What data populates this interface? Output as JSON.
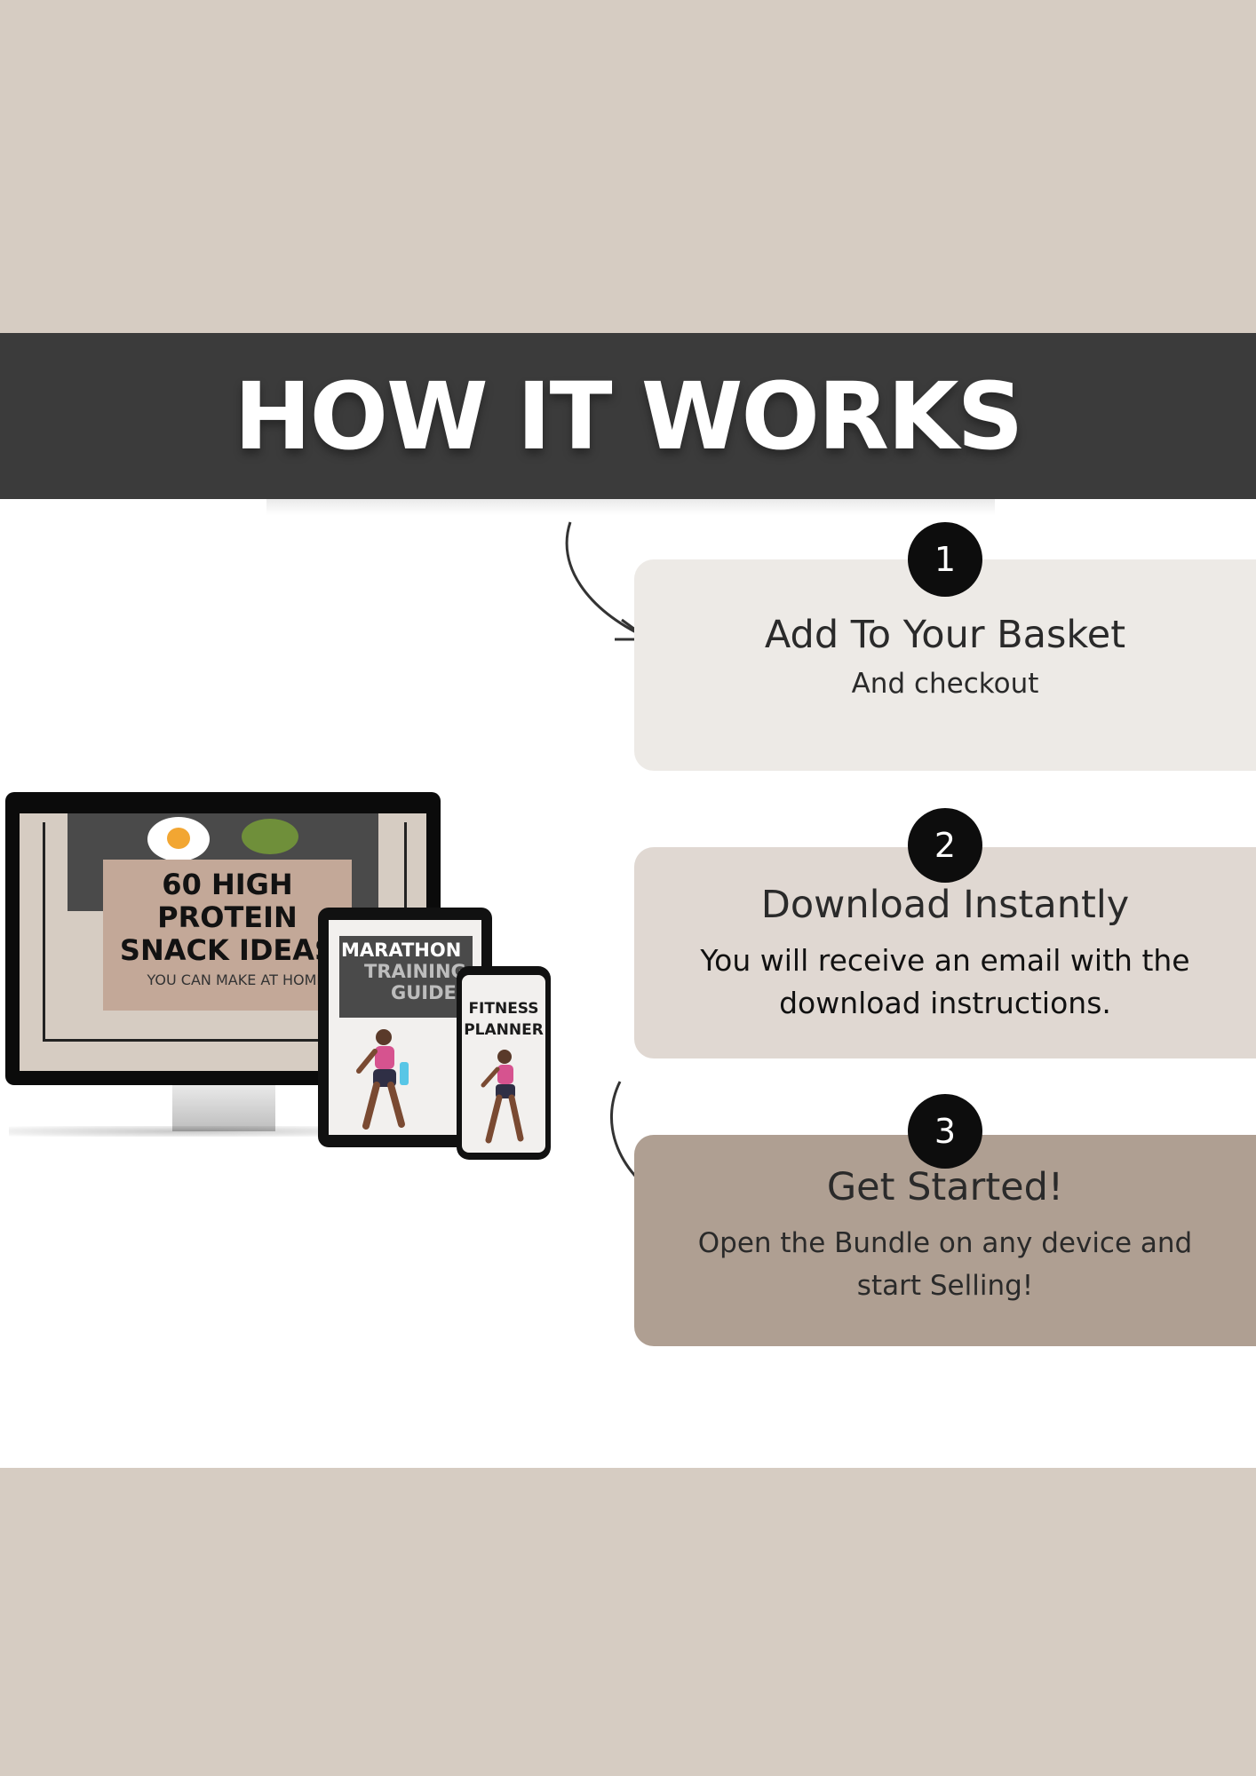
{
  "header": {
    "title": "HOW IT WORKS"
  },
  "steps": [
    {
      "number": "1",
      "title": "Add To Your Basket",
      "subtitle": "And checkout"
    },
    {
      "number": "2",
      "title": "Download Instantly",
      "subtitle": "You will receive an email with the download instructions."
    },
    {
      "number": "3",
      "title": "Get Started!",
      "subtitle": "Open the Bundle on any device and start Selling!"
    }
  ],
  "mockup": {
    "monitor_title": "60 HIGH\nPROTEIN\nSNACK IDEAS",
    "monitor_subtitle": "YOU CAN MAKE AT HOME",
    "tablet_title_1": "MARATHON",
    "tablet_title_2": "TRAINING",
    "tablet_title_3": "GUIDE",
    "phone_title": "FITNESS\nPLANNER"
  },
  "colors": {
    "background": "#d6ccc2",
    "band": "#3b3b3b",
    "card1": "#edeae6",
    "card2": "#e0d8d2",
    "card3": "#af9f92",
    "badge": "#0d0d0d"
  }
}
